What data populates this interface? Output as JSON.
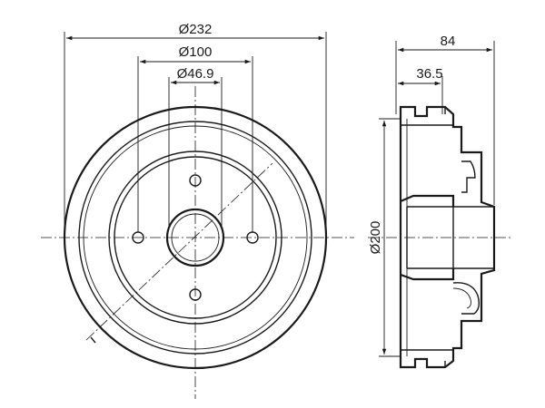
{
  "drawing": {
    "front_view": {
      "dim_outer": "Ø232",
      "dim_bolt_circle": "Ø100",
      "dim_center_bore": "Ø46.9"
    },
    "side_view": {
      "dim_total_width": "84",
      "dim_hub_width": "36.5",
      "dim_braking_diameter": "Ø200"
    }
  }
}
